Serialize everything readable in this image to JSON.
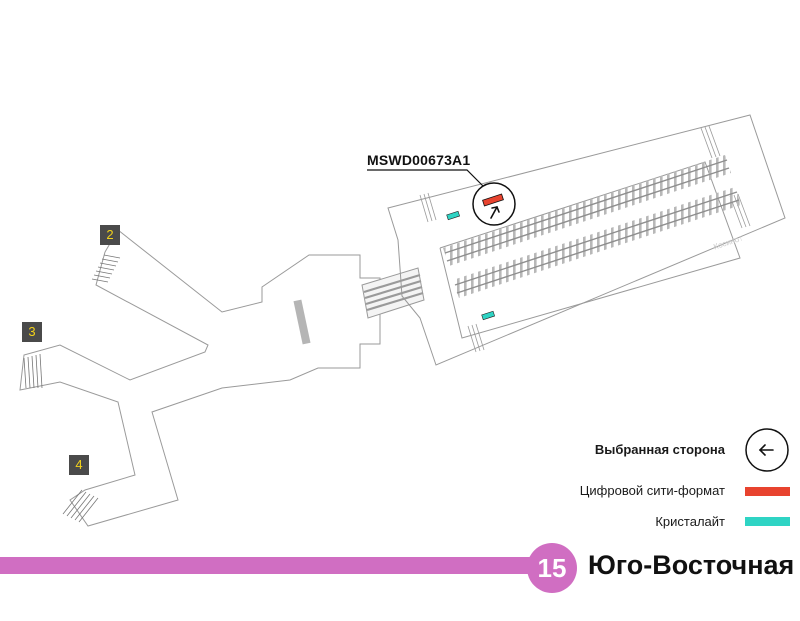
{
  "callout": {
    "code": "MSWD00673A1"
  },
  "exits": [
    {
      "label": "2"
    },
    {
      "label": "3"
    },
    {
      "label": "4"
    }
  ],
  "track_sign": "Косино↑",
  "legend": {
    "selected_side": "Выбранная сторона",
    "city_format": "Цифровой сити-формат",
    "cristalight": "Кристалайт"
  },
  "line": {
    "number": "15",
    "color": "#d06ec2"
  },
  "station": {
    "name": "Юго-Восточная"
  },
  "colors": {
    "city_format": "#e8432f",
    "cristalight": "#2fd4c4",
    "exit_badge_bg": "#4a4a4a",
    "exit_badge_text": "#f3d21a",
    "structure_stroke": "#9a9a9a"
  },
  "icons": {
    "selected_side": "arrow-left-icon",
    "marker_direction": "arrow-up-icon"
  }
}
